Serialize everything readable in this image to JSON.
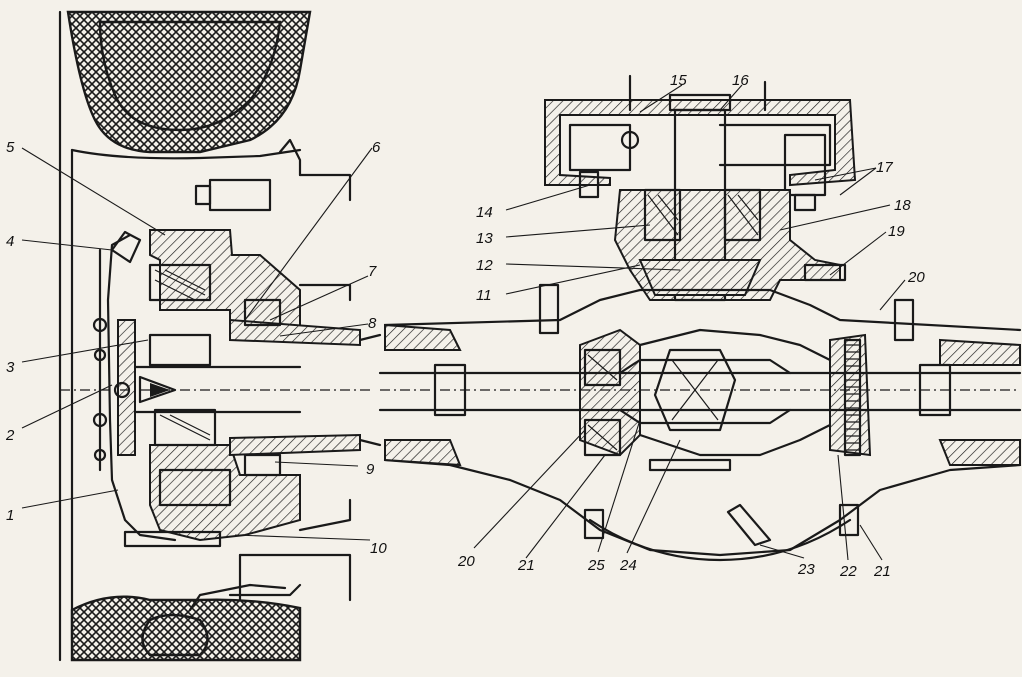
{
  "callouts": [
    "1",
    "2",
    "3",
    "4",
    "5",
    "6",
    "7",
    "8",
    "9",
    "10",
    "11",
    "12",
    "13",
    "14",
    "15",
    "16",
    "17",
    "18",
    "19",
    "20",
    "20",
    "21",
    "21",
    "22",
    "23",
    "24",
    "25"
  ]
}
